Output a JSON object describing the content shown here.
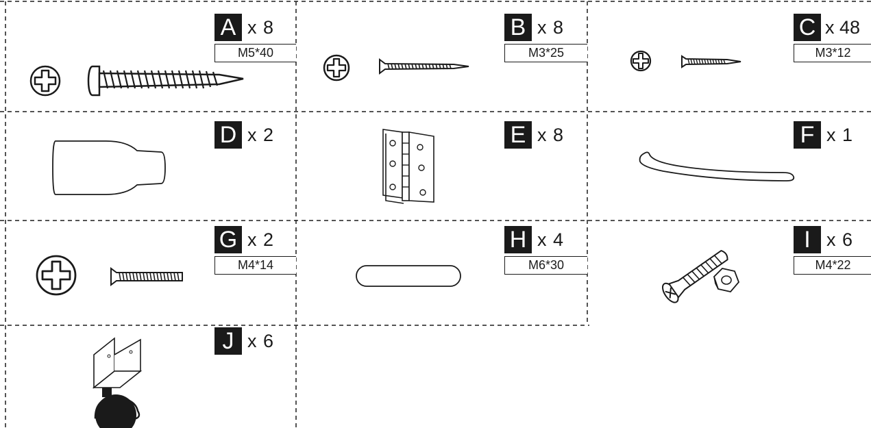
{
  "colors": {
    "ink": "#1a1a1a",
    "paper": "#ffffff"
  },
  "parts": [
    {
      "letter": "A",
      "qty": "x 8",
      "size": "M5*40",
      "name": "wood-screw-long"
    },
    {
      "letter": "B",
      "qty": "x 8",
      "size": "M3*25",
      "name": "wood-screw-medium"
    },
    {
      "letter": "C",
      "qty": "x 48",
      "size": "M3*12",
      "name": "wood-screw-small"
    },
    {
      "letter": "D",
      "qty": "x 2",
      "size": "",
      "name": "furniture-foot"
    },
    {
      "letter": "E",
      "qty": "x 8",
      "size": "",
      "name": "butt-hinge"
    },
    {
      "letter": "F",
      "qty": "x 1",
      "size": "",
      "name": "curved-handle"
    },
    {
      "letter": "G",
      "qty": "x 2",
      "size": "M4*14",
      "name": "machine-bolt"
    },
    {
      "letter": "H",
      "qty": "x 4",
      "size": "M6*30",
      "name": "wooden-dowel"
    },
    {
      "letter": "I",
      "qty": "x 6",
      "size": "M4*22",
      "name": "bolt-and-nut"
    },
    {
      "letter": "J",
      "qty": "x 6",
      "size": "",
      "name": "caster-wheel"
    }
  ]
}
